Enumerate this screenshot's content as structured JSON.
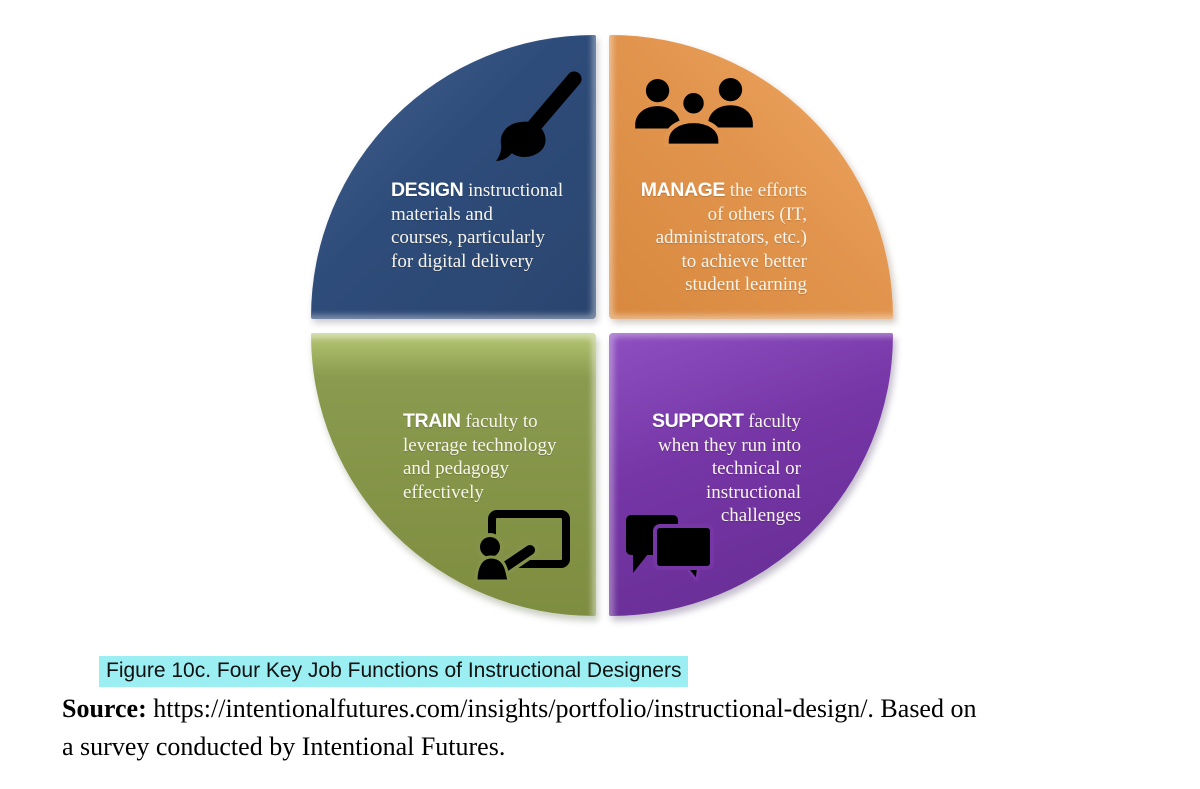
{
  "figure": {
    "caption": "Figure 10c. Four Key Job Functions of Instructional Designers",
    "caption_highlight_color": "#9beff3",
    "source_label": "Source:",
    "source_line1_rest": " https://intentionalfutures.com/insights/portfolio/instructional-design/. Based on",
    "source_line2": "a survey conducted by Intentional Futures."
  },
  "diagram": {
    "type": "four-quadrant-circle",
    "quadrants": [
      {
        "id": "design",
        "icon": "paintbrush-icon",
        "color": "#2e4c7a",
        "keyword": "DESIGN",
        "line1_rest": " instructional",
        "rest_lines": [
          "materials and",
          "courses, particularly",
          "for digital delivery"
        ]
      },
      {
        "id": "manage",
        "icon": "people-group-icon",
        "color": "#e2954e",
        "keyword": "MANAGE",
        "line1_rest": " the efforts",
        "rest_lines": [
          "of others (IT,",
          "administrators, etc.)",
          "to achieve better",
          "student learning"
        ]
      },
      {
        "id": "train",
        "icon": "presenter-board-icon",
        "color": "#85934a",
        "keyword": "TRAIN",
        "line1_rest": " faculty to",
        "rest_lines": [
          "leverage technology",
          "and pedagogy",
          "effectively"
        ]
      },
      {
        "id": "support",
        "icon": "speech-bubbles-icon",
        "color": "#7636a6",
        "keyword": "SUPPORT",
        "line1_rest": " faculty",
        "rest_lines": [
          "when they run into",
          "technical or",
          "instructional",
          "challenges"
        ]
      }
    ]
  }
}
